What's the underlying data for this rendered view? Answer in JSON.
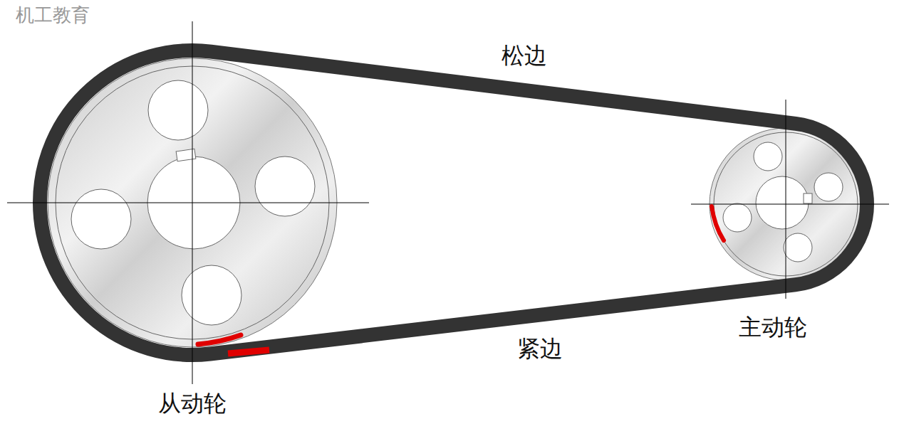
{
  "diagram": {
    "labels": [
      "机工教育",
      "松边",
      "紧边",
      "主动轮",
      "从动轮"
    ]
  }
}
